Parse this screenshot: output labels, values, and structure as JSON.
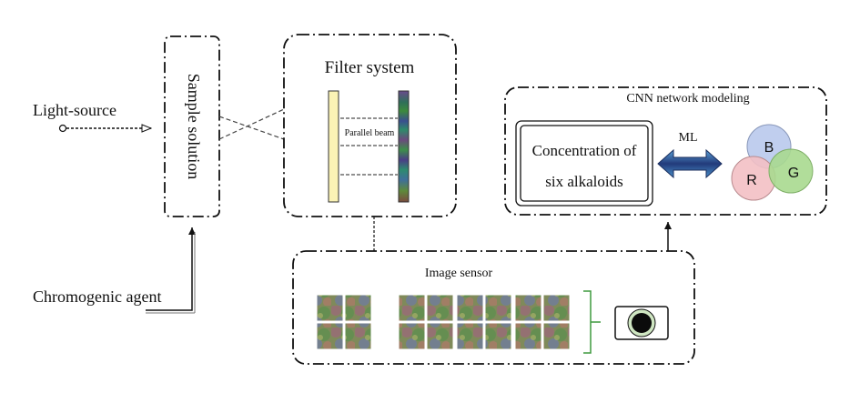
{
  "labels": {
    "light_source": "Light-source",
    "sample_solution": "Sample solution",
    "filter_system": "Filter system",
    "parallel_beam": "Parallel beam",
    "chromogenic_agent": "Chromogenic agent",
    "image_sensor": "Image sensor",
    "cnn_title": "CNN network modeling",
    "concentration_line1": "Concentration of",
    "concentration_line2": "six alkaloids",
    "ml": "ML",
    "circle_b": "B",
    "circle_r": "R",
    "circle_g": "G"
  },
  "colors": {
    "stroke": "#111111",
    "left_plate": "#fbf3b5",
    "circle_b": "#b9c9ec",
    "circle_r": "#f3c0c4",
    "circle_g": "#a9d98f",
    "bracket": "#3f9a3f"
  },
  "icons": {
    "camera": "camera-icon",
    "ml_arrow": "double-arrow-icon"
  },
  "sensor_images": {
    "left_grid": {
      "rows": 2,
      "cols": 2
    },
    "right_grid": {
      "rows": 2,
      "cols": 6
    }
  }
}
